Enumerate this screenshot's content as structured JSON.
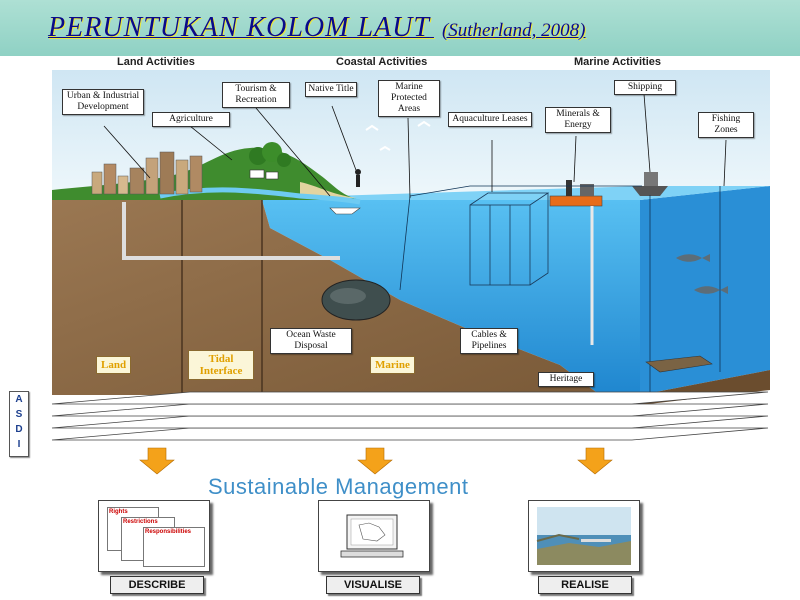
{
  "title": {
    "main": "PERUNTUKAN KOLOM LAUT",
    "citation": "(Sutherland, 2008)"
  },
  "headers": {
    "land": "Land Activities",
    "coastal": "Coastal Activities",
    "marine": "Marine Activities"
  },
  "labels": {
    "urban": "Urban & Industrial Development",
    "agriculture": "Agriculture",
    "tourism": "Tourism & Recreation",
    "native_title": "Native Title",
    "marine_protected": "Marine Protected Areas",
    "aquaculture": "Aquaculture Leases",
    "minerals": "Minerals & Energy",
    "shipping": "Shipping",
    "fishing": "Fishing Zones",
    "ocean_waste": "Ocean Waste Disposal",
    "cables": "Cables & Pipelines",
    "heritage": "Heritage"
  },
  "zones": {
    "land": "Land",
    "tidal": "Tidal Interface",
    "marine": "Marine"
  },
  "asdi": [
    "A",
    "S",
    "D",
    "I"
  ],
  "sustainable": "Sustainable Management",
  "cards": {
    "describe": {
      "caption": "DESCRIBE",
      "doc1": "Rights",
      "doc2": "Restrictions",
      "doc3": "Responsibilities"
    },
    "visualise": {
      "caption": "VISUALISE"
    },
    "realise": {
      "caption": "REALISE"
    }
  },
  "colors": {
    "title_text": "#0a0a8a",
    "title_bar": "#8fd1c4",
    "sky": "#d8ecf6",
    "sea": "#2f9fe0",
    "soil": "#8b6a46",
    "zone_text": "#e0a000",
    "arrow": "#f4a21a",
    "sustainable_text": "#3f8fc8"
  }
}
